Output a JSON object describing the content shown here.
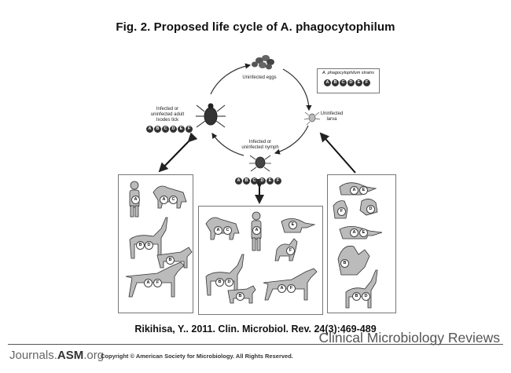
{
  "title": "Fig. 2. Proposed life cycle of A. phagocytophilum",
  "legend": {
    "title": "A. phagocytophilum strains",
    "strains": [
      "A",
      "B",
      "C",
      "D",
      "E",
      "F"
    ]
  },
  "stages": {
    "eggs": "Uninfected eggs",
    "larva": [
      "Uninfected",
      "larva"
    ],
    "nymph": [
      "Infected or",
      "uninfected nymph"
    ],
    "adult": [
      "Infected or",
      "uninfected adult",
      "Ixodes tick"
    ]
  },
  "panels": {
    "left": {
      "letters": [
        "A",
        "A",
        "C",
        "B",
        "D",
        "B",
        "A",
        "F"
      ]
    },
    "center": {
      "letters": [
        "A",
        "C",
        "A",
        "E",
        "F",
        "B",
        "D",
        "B",
        "A",
        "F"
      ]
    },
    "right": {
      "letters": [
        "A",
        "E",
        "F",
        "D",
        "A",
        "E",
        "B",
        "B",
        "D"
      ]
    }
  },
  "citation": "Rikihisa, Y.. 2011. Clin. Microbiol. Rev. 24(3):469-489",
  "footer": {
    "brand_prefix": "Journals.",
    "brand_bold": "ASM",
    "brand_suffix": ".org",
    "copyright": "Copyright © American Society for Microbiology. All Rights Reserved.",
    "journal": "Clinical Microbiology Reviews"
  }
}
